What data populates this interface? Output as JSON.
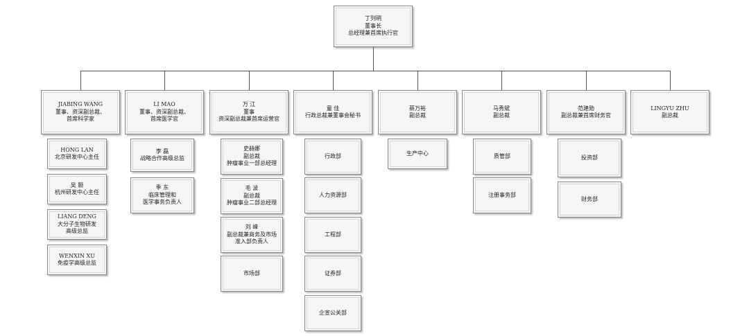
{
  "chairman": {
    "lines": [
      "丁列明",
      "董事长",
      "总经理兼首席执行官"
    ]
  },
  "executives": [
    {
      "lines": [
        "JIABING WANG",
        "董事、资深副总裁、",
        "首席科学家"
      ],
      "subordinates": [
        {
          "lines": [
            "HONG LAN",
            "北京研发中心主任"
          ]
        },
        {
          "lines": [
            "吴 颢",
            "杭州研发中心主任"
          ]
        },
        {
          "lines": [
            "LIANG DENG",
            "大分子生物研发",
            "高级总监"
          ]
        },
        {
          "lines": [
            "WENXIN XU",
            "免疫学高级总监"
          ]
        }
      ]
    },
    {
      "lines": [
        "LI MAO",
        "董事、资深副总裁、",
        "首席医学官"
      ],
      "subordinates": [
        {
          "lines": [
            "李 磊",
            "战略合作高级总监"
          ]
        },
        {
          "lines": [
            "季 东",
            "临床管理和",
            "医学事务负责人"
          ]
        }
      ]
    },
    {
      "lines": [
        "万 江",
        "董事",
        "资深副总裁兼首席运营官"
      ],
      "subordinates": [
        {
          "lines": [
            "史赫娜",
            "副总裁",
            "肿瘤事业一部总经理"
          ]
        },
        {
          "lines": [
            "毛 波",
            "副总裁",
            "肿瘤事业二部总经理"
          ]
        },
        {
          "lines": [
            "刘 峰",
            "副总裁兼商务及市场",
            "准入部负责人"
          ]
        },
        {
          "lines": [
            "市场部"
          ]
        }
      ]
    },
    {
      "lines": [
        "童 佳",
        "行政总裁兼董事会秘书"
      ],
      "subordinates": [
        {
          "lines": [
            "行政部"
          ]
        },
        {
          "lines": [
            "人力资源部"
          ]
        },
        {
          "lines": [
            "工程部"
          ]
        },
        {
          "lines": [
            "证券部"
          ]
        },
        {
          "lines": [
            "企宣公关部"
          ]
        }
      ]
    },
    {
      "lines": [
        "蔡万裕",
        "副总裁"
      ],
      "subordinates": [
        {
          "lines": [
            "生产中心"
          ]
        }
      ]
    },
    {
      "lines": [
        "马秀斌",
        "副总裁"
      ],
      "subordinates": [
        {
          "lines": [
            "质管部"
          ]
        },
        {
          "lines": [
            "注册事务部"
          ]
        }
      ]
    },
    {
      "lines": [
        "范建勋",
        "副总裁兼首席财务官"
      ],
      "subordinates": [
        {
          "lines": [
            "投资部"
          ]
        },
        {
          "lines": [
            "财务部"
          ]
        }
      ]
    },
    {
      "lines": [
        "LINGYU ZHU",
        "副总裁"
      ],
      "subordinates": []
    }
  ]
}
